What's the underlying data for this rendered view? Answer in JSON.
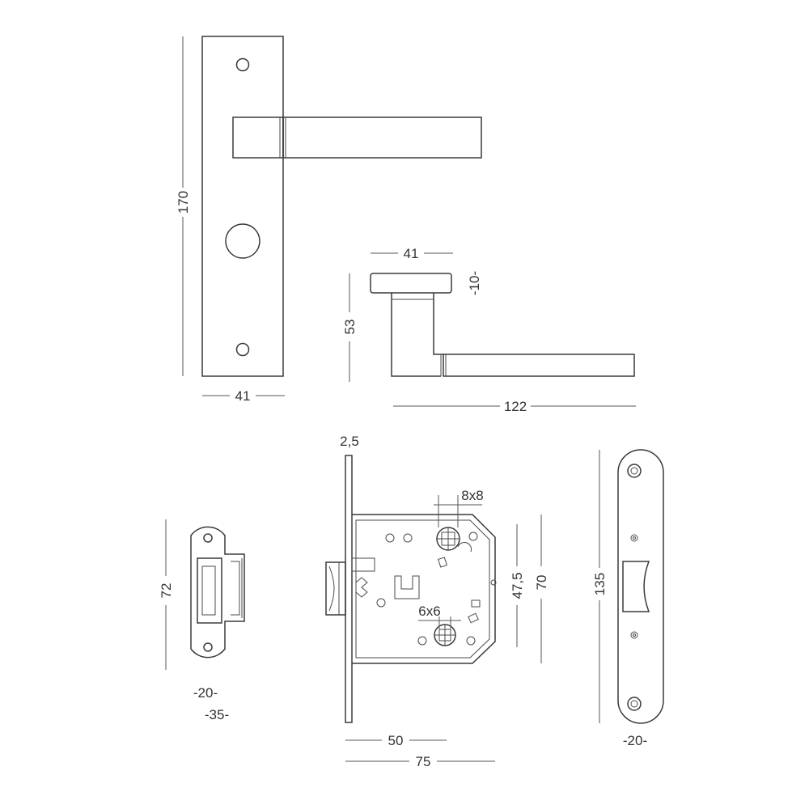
{
  "handle_plate": {
    "height_label": "170",
    "width_label": "41"
  },
  "lever_side": {
    "rose_diameter_label": "41",
    "rose_depth_label": "-10-",
    "height_label": "53",
    "length_label": "122"
  },
  "strike_plate": {
    "height_label": "72",
    "inner_width_label": "-20-",
    "outer_width_label": "-35-"
  },
  "lock_body": {
    "faceplate_thickness_label": "2,5",
    "follower_square_label": "8x8",
    "cylinder_square_label": "6x6",
    "center_distance_label": "47,5",
    "case_height_label": "70",
    "backset_label": "50",
    "depth_label": "75"
  },
  "forend": {
    "height_label": "135",
    "width_label": "-20-"
  }
}
